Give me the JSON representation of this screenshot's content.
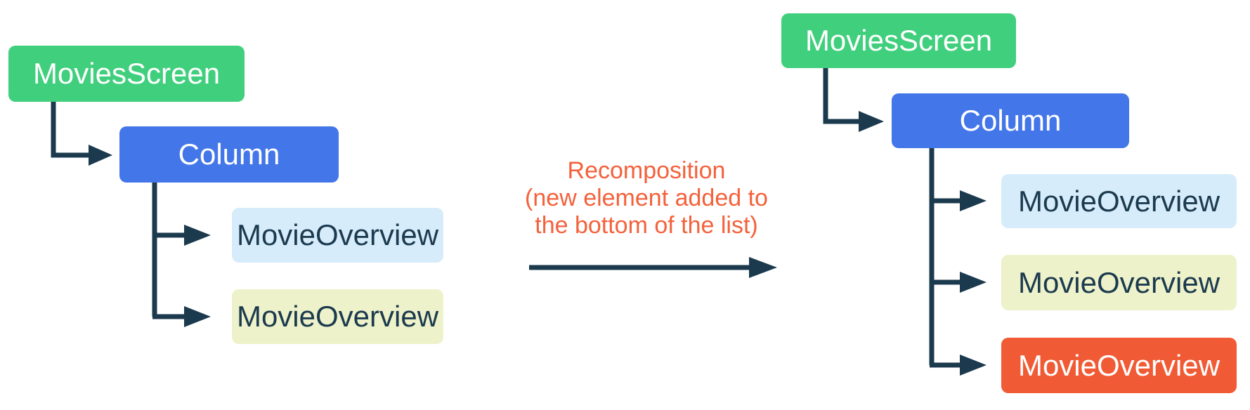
{
  "left_tree": {
    "root": {
      "label": "MoviesScreen",
      "color": "#40CF7D"
    },
    "container": {
      "label": "Column",
      "color": "#4376E8"
    },
    "children": [
      {
        "label": "MovieOverview",
        "color": "#D6ECFB",
        "highlighted": false
      },
      {
        "label": "MovieOverview",
        "color": "#EDF2CA",
        "highlighted": false
      }
    ]
  },
  "annotation": {
    "lines": [
      "Recomposition",
      "(new element added to",
      "the bottom of the list)"
    ],
    "color": "#F4613B"
  },
  "right_tree": {
    "root": {
      "label": "MoviesScreen",
      "color": "#40CF7D"
    },
    "container": {
      "label": "Column",
      "color": "#4376E8"
    },
    "children": [
      {
        "label": "MovieOverview",
        "color": "#D6ECFB",
        "highlighted": false
      },
      {
        "label": "MovieOverview",
        "color": "#EDF2CA",
        "highlighted": false
      },
      {
        "label": "MovieOverview",
        "color": "#F05B35",
        "highlighted": true
      }
    ]
  },
  "connector_color": "#1C3A4E"
}
